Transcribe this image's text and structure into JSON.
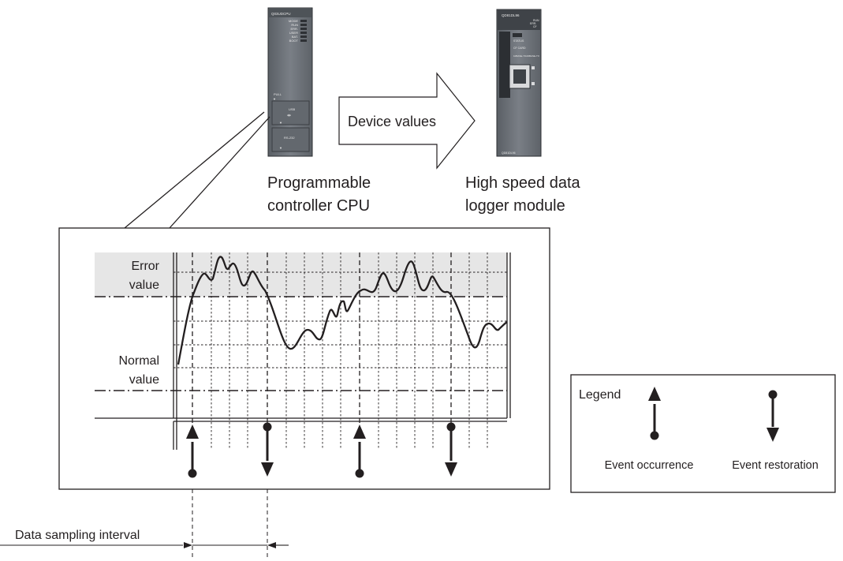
{
  "labels": {
    "device_values": "Device values",
    "cpu_line1": "Programmable",
    "cpu_line2": "controller CPU",
    "logger_line1": "High speed data",
    "logger_line2": "logger module",
    "error_line1": "Error",
    "error_line2": "value",
    "normal_line1": "Normal",
    "normal_line2": "value",
    "sampling_interval": "Data sampling interval"
  },
  "legend": {
    "title": "Legend",
    "occurrence": "Event occurrence",
    "restoration": "Event restoration"
  },
  "cpu_module": {
    "model": "Q03UDCPU",
    "leds": [
      "MODE",
      "RUN",
      "ERR.",
      "USER",
      "BAT.",
      "BOOT"
    ],
    "pull": "PULL",
    "usb": "USB",
    "rs232": "RS-232"
  },
  "logger_module": {
    "model": "QD81DL96",
    "leds": [
      "RUN",
      "ERR.",
      "CF"
    ],
    "labels": [
      "STATUS",
      "CF CARD",
      "10BASE-T/100BASE-TX"
    ],
    "bottom": "QD81DL96"
  },
  "events": [
    {
      "type": "occurrence",
      "icon": "event-occurrence-icon"
    },
    {
      "type": "restoration",
      "icon": "event-restoration-icon"
    },
    {
      "type": "occurrence",
      "icon": "event-occurrence-icon"
    },
    {
      "type": "restoration",
      "icon": "event-restoration-icon"
    }
  ],
  "colors": {
    "line": "#231f20",
    "error_band": "#e6e6e6",
    "module_body": "#6d7278",
    "module_dark": "#3e4247"
  }
}
